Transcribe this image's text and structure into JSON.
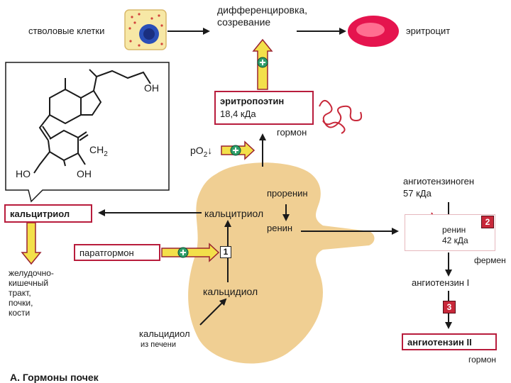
{
  "top": {
    "stem_cells": "стволовые клетки",
    "differentiation_line1": "дифференцировка,",
    "differentiation_line2": "созревание",
    "erythrocyte": "эритроцит"
  },
  "epo": {
    "name": "эритропоэтин",
    "mass": "18,4 кДа",
    "type": "гормон",
    "po2": "pO",
    "po2_sub": "2",
    "po2_arrow": "↓"
  },
  "structure": {
    "oh_top": "OH",
    "ch2": "CH",
    "ch2_sub": "2",
    "ho_left": "HO",
    "oh_bottom": "OH"
  },
  "calcitriol_box": "кальцитриол",
  "targets": [
    "желудочно-",
    "кишечный",
    "тракт,",
    "почки,",
    "кости"
  ],
  "kidney": {
    "calcitriol": "кальцитриол",
    "prorenin": "проренин",
    "renin": "ренин",
    "calcidiol": "кальцидиол"
  },
  "parathormone": "паратгормон",
  "step1": "1",
  "calcidiol_liver_line1": "кальцидиол",
  "calcidiol_liver_line2": "из печени",
  "ras": {
    "angiotensinogen": "ангиотензиноген",
    "angiotensinogen_mass": "57 кДа",
    "renin_label": "ренин",
    "renin_mass": "42 кДа",
    "enzyme2": "2",
    "ferment": "фермен",
    "angiotensin1": "ангиотензин I",
    "enzyme3": "3",
    "angiotensin2": "ангиотензин II",
    "hormone": "гормон"
  },
  "caption": "А. Гормоны почек",
  "colors": {
    "frame": "#b81c3c",
    "kidney": "#f0cf93",
    "arrow_fill": "#f3e04a",
    "plus": "#2f9e6a"
  }
}
